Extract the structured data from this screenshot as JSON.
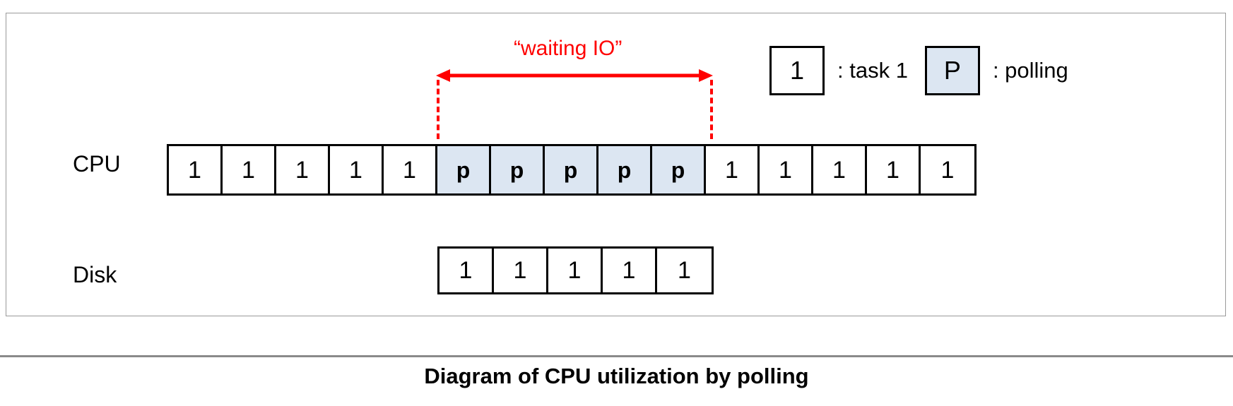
{
  "figure": {
    "caption": "Diagram of CPU utilization by polling",
    "annotation": {
      "label": "“waiting IO”",
      "color": "#ff0000",
      "arrow_icon": "double-headed-arrow-icon"
    },
    "legend": {
      "items": [
        {
          "symbol": "1",
          "separator": ": ",
          "text": "task 1",
          "fill": "#ffffff"
        },
        {
          "symbol": "P",
          "separator": ": ",
          "text": "polling",
          "fill": "#dce6f2"
        }
      ],
      "task_label": ": task 1",
      "polling_label": ": polling"
    },
    "rows": [
      {
        "label": "CPU",
        "cells": [
          {
            "text": "1",
            "kind": "task"
          },
          {
            "text": "1",
            "kind": "task"
          },
          {
            "text": "1",
            "kind": "task"
          },
          {
            "text": "1",
            "kind": "task"
          },
          {
            "text": "1",
            "kind": "task"
          },
          {
            "text": "p",
            "kind": "poll"
          },
          {
            "text": "p",
            "kind": "poll"
          },
          {
            "text": "p",
            "kind": "poll"
          },
          {
            "text": "p",
            "kind": "poll"
          },
          {
            "text": "p",
            "kind": "poll"
          },
          {
            "text": "1",
            "kind": "task"
          },
          {
            "text": "1",
            "kind": "task"
          },
          {
            "text": "1",
            "kind": "task"
          },
          {
            "text": "1",
            "kind": "task"
          },
          {
            "text": "1",
            "kind": "task"
          }
        ]
      },
      {
        "label": "Disk",
        "cells": [
          {
            "text": "1",
            "kind": "task"
          },
          {
            "text": "1",
            "kind": "task"
          },
          {
            "text": "1",
            "kind": "task"
          },
          {
            "text": "1",
            "kind": "task"
          },
          {
            "text": "1",
            "kind": "task"
          }
        ]
      }
    ],
    "colors": {
      "polling_fill": "#dce6f2",
      "task_fill": "#ffffff",
      "stroke": "#000000",
      "annotation": "#ff0000",
      "frame": "#9a9a9a"
    }
  }
}
